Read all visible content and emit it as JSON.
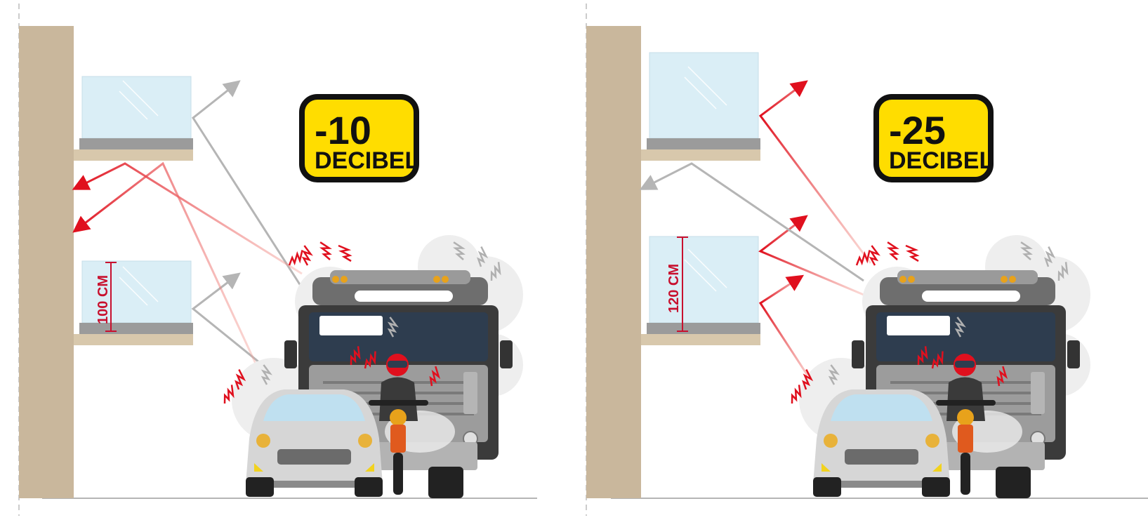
{
  "panels": [
    {
      "badge": {
        "value": "-10",
        "unit": "DECIBEL"
      },
      "balustrade_height": "100 CM"
    },
    {
      "badge": {
        "value": "-25",
        "unit": "DECIBEL"
      },
      "balustrade_height": "120 CM"
    }
  ],
  "colors": {
    "wall": "#c9b79c",
    "glass": "#daeef6",
    "slab": "#9b9b9b",
    "badge_fill": "#ffdd00",
    "badge_border": "#111111",
    "reflected_arrow": "#e0101e",
    "absorbed_arrow": "#b5b5b5",
    "dimension": "#c8102e"
  },
  "icons": [
    "truck-icon",
    "car-icon",
    "motorcycle-icon",
    "noise-spark-icon"
  ]
}
